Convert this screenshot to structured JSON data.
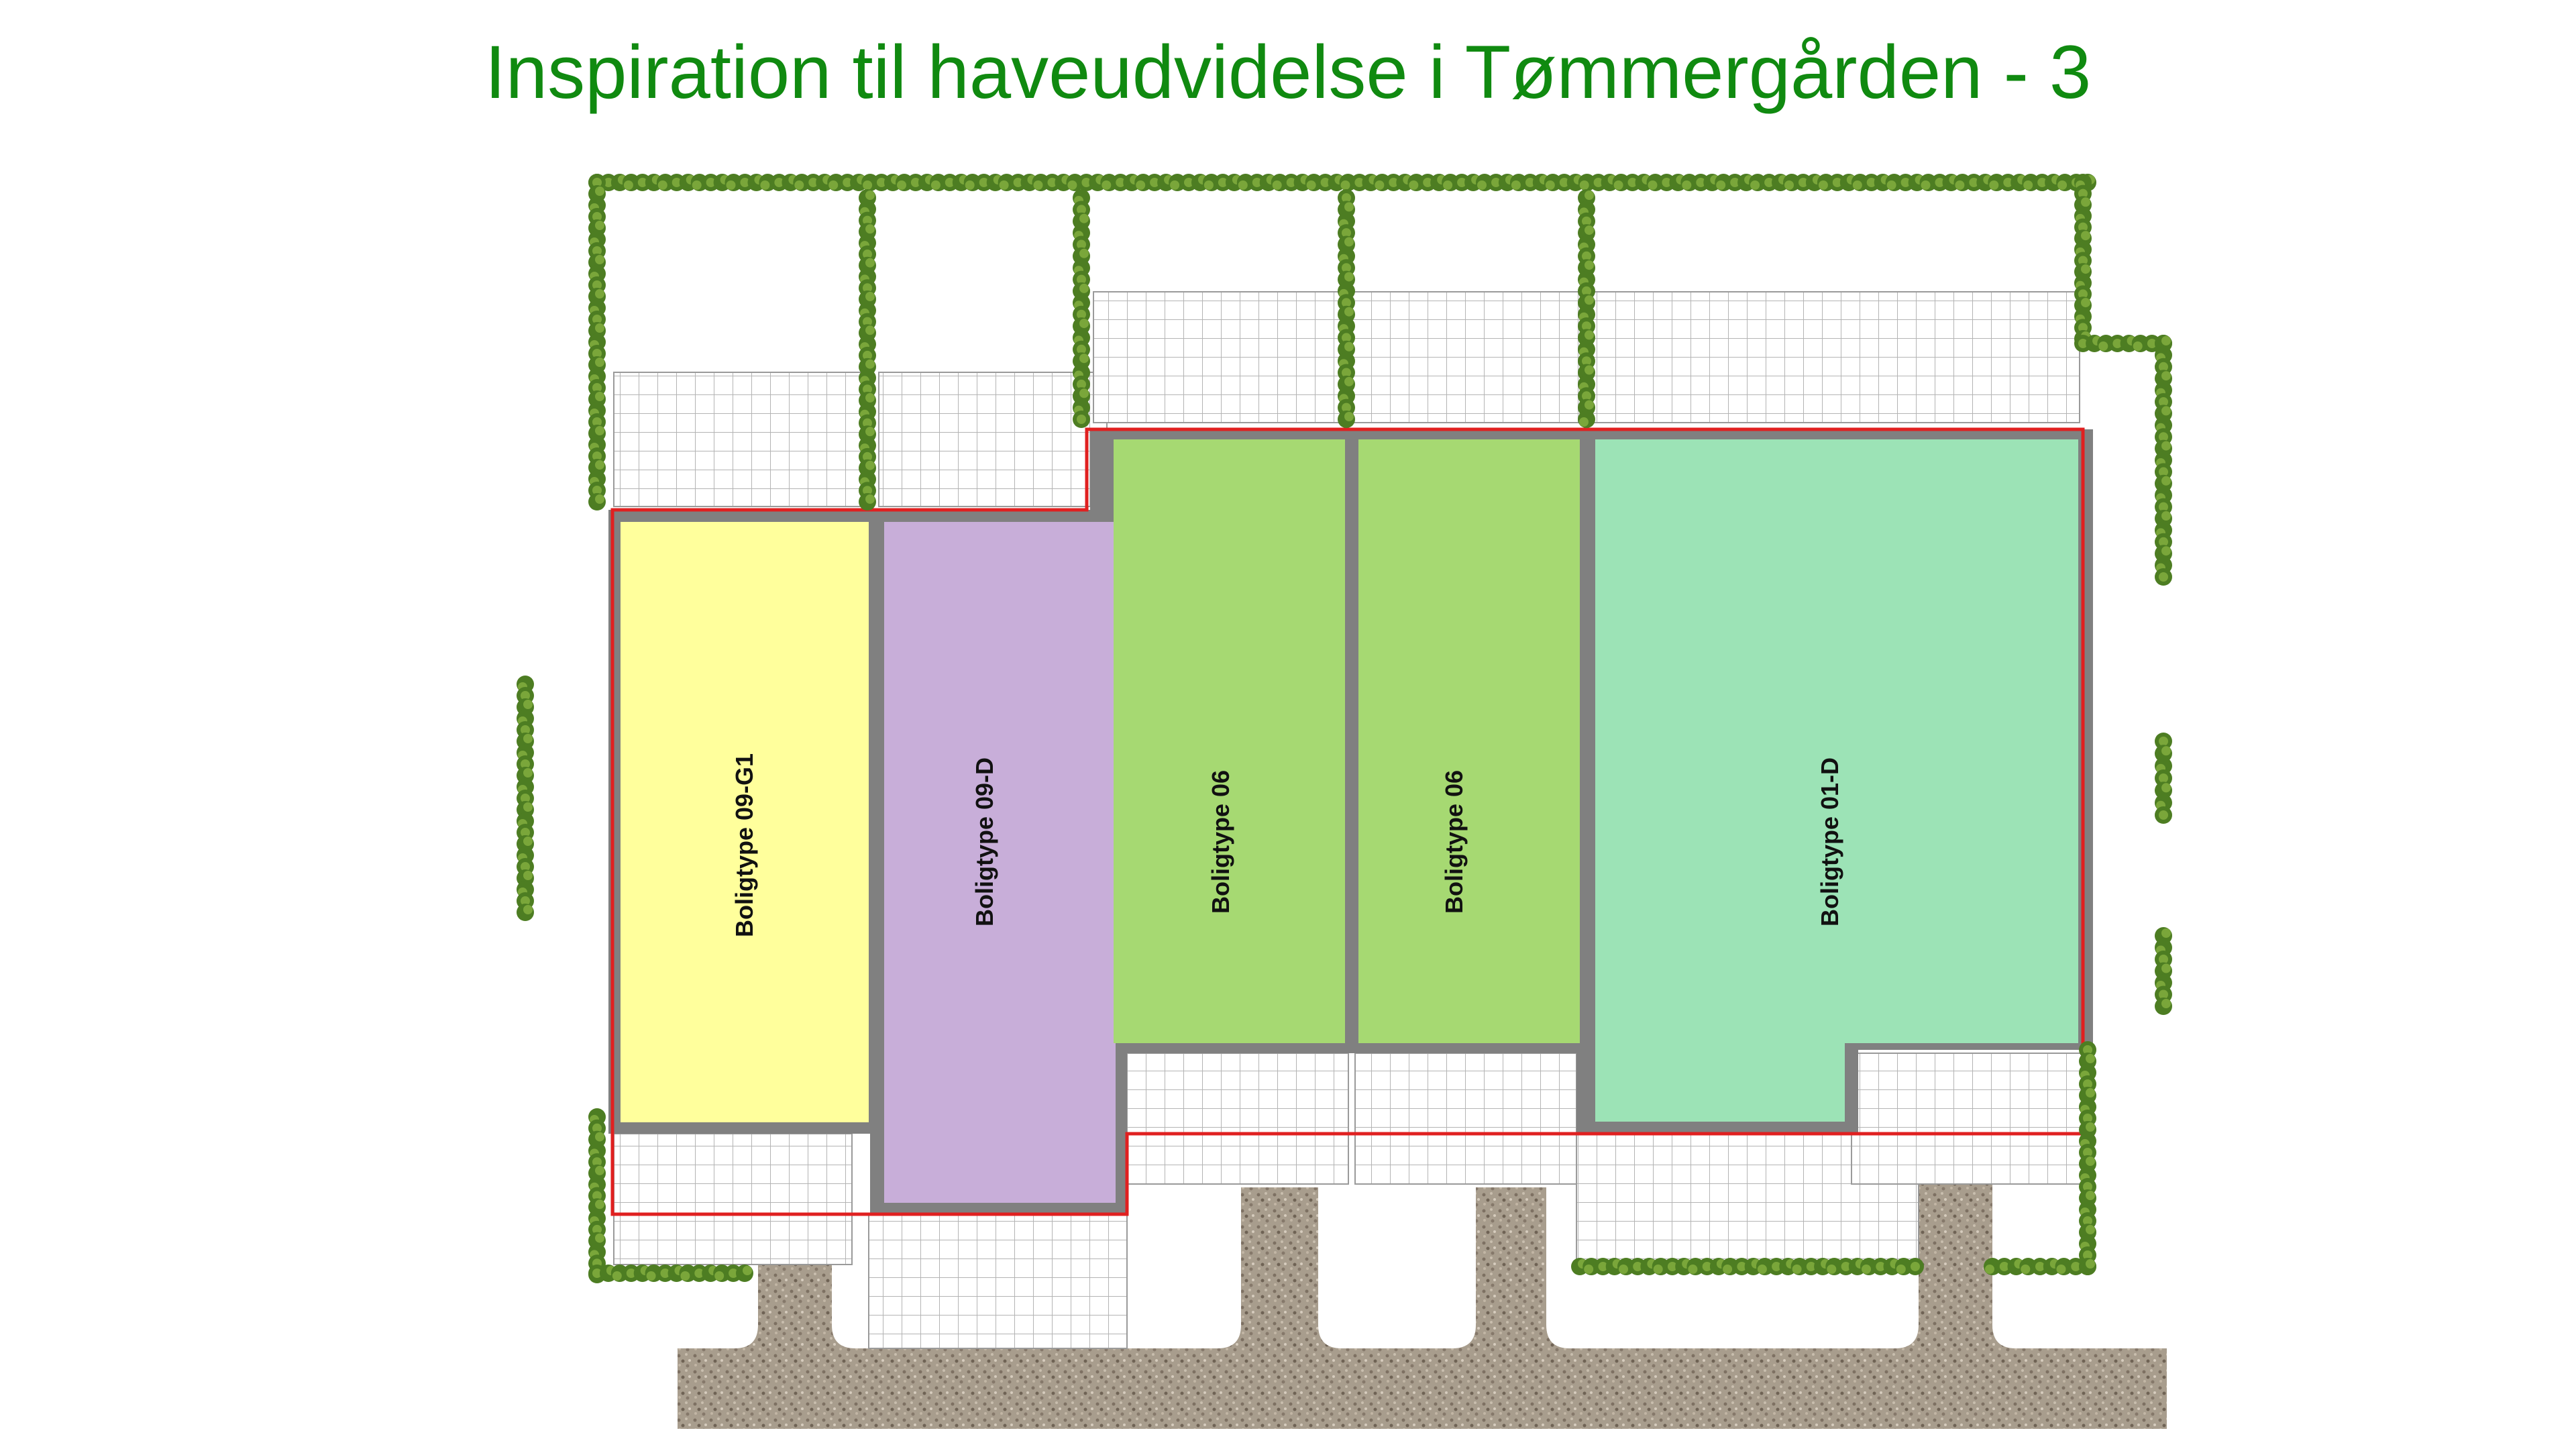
{
  "title": "Inspiration til haveudvidelse i Tømmergården - 3",
  "colors": {
    "title": "#108a10",
    "hedge": "#4d7d22",
    "hedge_leaf": "#7aa63a",
    "boundary": "#e02020",
    "wall": "#808080",
    "tile_line": "#b4b4b4",
    "gravel": "#a59b8c"
  },
  "units": [
    {
      "label": "Boligtype 09-G1",
      "color": "#ffff9c"
    },
    {
      "label": "Boligtype 09-D",
      "color": "#c8aed9"
    },
    {
      "label": "Boligtype 06",
      "color": "#a6d972"
    },
    {
      "label": "Boligtype 06",
      "color": "#a6d972"
    },
    {
      "label": "Boligtype 01-D",
      "color": "#9ce3b6"
    }
  ],
  "legend_items": {
    "hedge_icon": "hedge-icon",
    "terrace": "tiled-terrace",
    "path": "gravel-path"
  }
}
